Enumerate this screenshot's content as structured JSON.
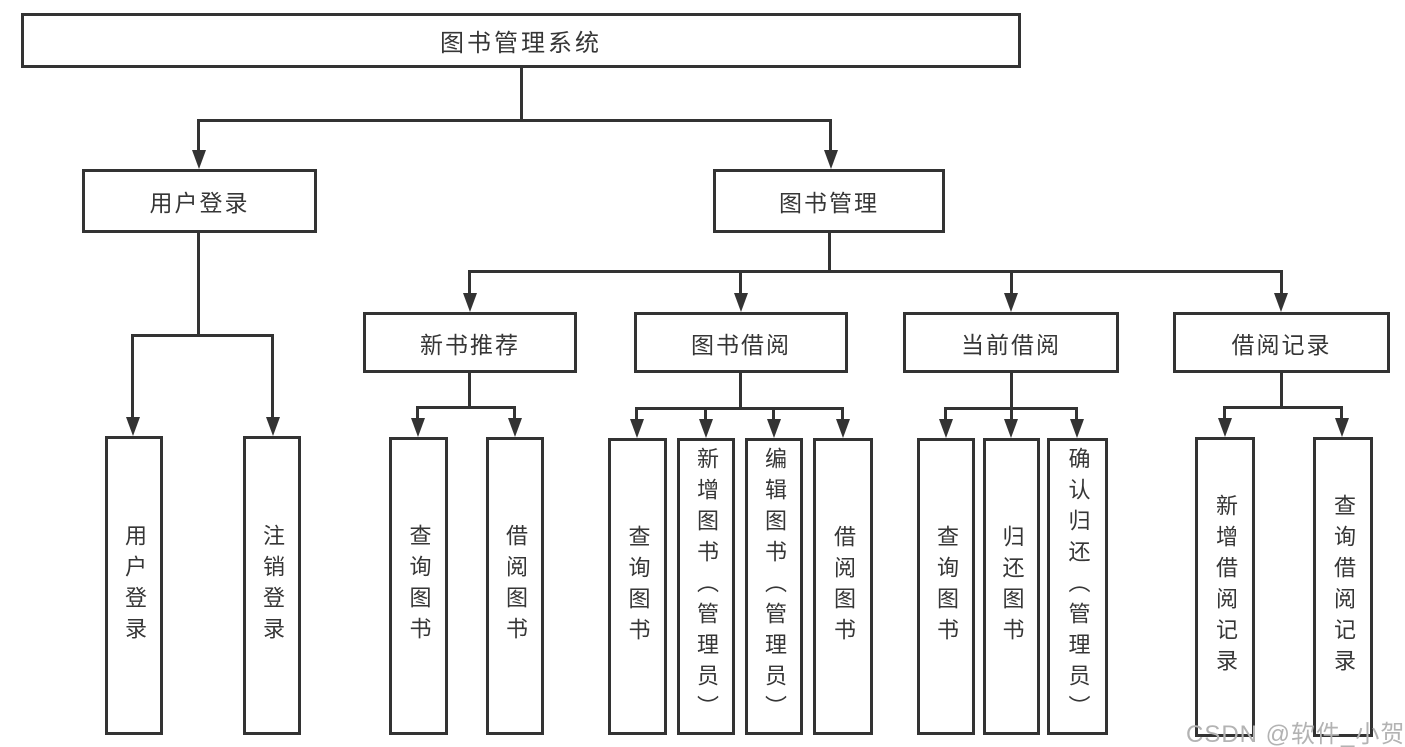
{
  "tree": {
    "root": {
      "label": "图书管理系统",
      "children": [
        {
          "label": "用户登录",
          "children": [
            {
              "label": "用户登录"
            },
            {
              "label": "注销登录"
            }
          ]
        },
        {
          "label": "图书管理",
          "children": [
            {
              "label": "新书推荐",
              "children": [
                {
                  "label": "查询图书"
                },
                {
                  "label": "借阅图书"
                }
              ]
            },
            {
              "label": "图书借阅",
              "children": [
                {
                  "label": "查询图书"
                },
                {
                  "label": "新增图书（管理员）"
                },
                {
                  "label": "编辑图书（管理员）"
                },
                {
                  "label": "借阅图书"
                }
              ]
            },
            {
              "label": "当前借阅",
              "children": [
                {
                  "label": "查询图书"
                },
                {
                  "label": "归还图书"
                },
                {
                  "label": "确认归还（管理员）"
                }
              ]
            },
            {
              "label": "借阅记录",
              "children": [
                {
                  "label": "新增借阅记录"
                },
                {
                  "label": "查询借阅记录"
                }
              ]
            }
          ]
        }
      ]
    }
  },
  "watermark": {
    "text": "CSDN @软件_小贺同学"
  },
  "colors": {
    "line": "#333333",
    "box_border": "#333333",
    "text": "#363636",
    "watermark": "#b3b3b3",
    "background": "#ffffff"
  }
}
